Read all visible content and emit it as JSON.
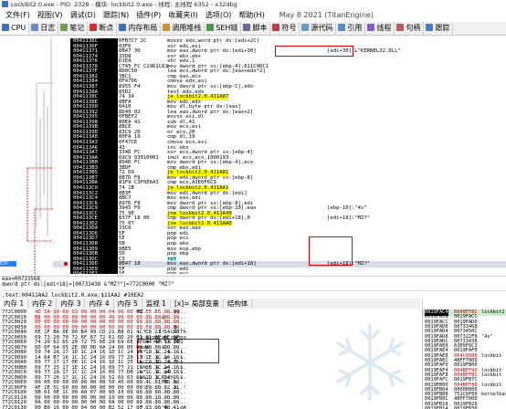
{
  "title": "LockBit2.0.exe - PID: 2328 - 模块: lockbit2.0.exe - 线程: 主线程 6352 - x32dbg",
  "menu": [
    "文件(F)",
    "视图(V)",
    "调试(D)",
    "跟踪(N)",
    "插件(P)",
    "收藏夹(I)",
    "选项(O)",
    "帮助(H)"
  ],
  "menu_date": "May 8 2021 (TitanEngine)",
  "tabs": [
    "CPU",
    "日志",
    "笔记",
    "断点",
    "内存布局",
    "调用堆栈",
    "SEH链",
    "脚本",
    "符号",
    "源代码",
    "引用",
    "线程",
    "句柄",
    "跟踪"
  ],
  "tab_colors": [
    "#3a6fc4",
    "#6a8ac8",
    "#7a9a5a",
    "#d03030",
    "#3a6fc4",
    "#d08a30",
    "#4a9a4a",
    "#6a6a9a",
    "#c04040",
    "#6a9aca",
    "#5a8ac8",
    "#8a5ac8",
    "#c05a5a",
    "#4a7ac8"
  ],
  "disasm": [
    {
      "addr": "0041136C",
      "bytes": "0FB7C7 2C",
      "instr": "movzx edx,word ptr ds:[edi+2C]",
      "cmt": "",
      "hl": "",
      "bp": false
    },
    {
      "addr": "0041136F",
      "bytes": "03F6",
      "instr": "xor edi,esi",
      "cmt": "",
      "hl": "",
      "bp": false
    },
    {
      "addr": "00411371",
      "bytes": "8B47 30",
      "instr": "mov eax,dword ptr ds:[edi+30]",
      "cmt": "[edi+30]:L\"KERNEL32.DLL\"",
      "hl": "",
      "bp": false
    },
    {
      "addr": "00411374",
      "bytes": "33D8",
      "instr": "xor ebx,ebx",
      "cmt": "",
      "hl": "",
      "bp": false
    },
    {
      "addr": "00411376",
      "bytes": "D1EA",
      "instr": "shr edx,1",
      "cmt": "",
      "hl": "",
      "bp": false
    },
    {
      "addr": "00411378",
      "bytes": "C745 FC C19D1C61",
      "instr": "mov dword ptr ss:[ebp-4],611C9DC1",
      "cmt": "",
      "hl": "",
      "bp": false
    },
    {
      "addr": "0041137F",
      "bytes": "8D0C50",
      "instr": "lea ecx,dword ptr ds:[eax+edx*2]",
      "cmt": "",
      "hl": "",
      "bp": false
    },
    {
      "addr": "00411382",
      "bytes": "3BC1",
      "instr": "cmp eax,ecx",
      "cmt": "",
      "hl": "",
      "bp": false
    },
    {
      "addr": "00411384",
      "bytes": "0F47D6",
      "instr": "cmova edx,esi",
      "cmt": "",
      "hl": "",
      "bp": false
    },
    {
      "addr": "00411387",
      "bytes": "8955 F4",
      "instr": "mov dword ptr ss:[ebp-C],edx",
      "cmt": "",
      "hl": "",
      "bp": false
    },
    {
      "addr": "0041138A",
      "bytes": "85D2",
      "instr": "test edx,edx",
      "cmt": "",
      "hl": "",
      "bp": false
    },
    {
      "addr": "0041138C",
      "bytes": "74 34",
      "instr": "je lockbit2.0.411A87",
      "cmt": "",
      "hl": "y",
      "bp": false
    },
    {
      "addr": "0041138E",
      "bytes": "8BFA",
      "instr": "mov edi,edx",
      "cmt": "",
      "hl": "",
      "bp": false
    },
    {
      "addr": "00411390",
      "bytes": "8A10",
      "instr": "mov dl,byte ptr ds:[eax]",
      "cmt": "",
      "hl": "",
      "bp": false
    },
    {
      "addr": "00411392",
      "bytes": "8D40 02",
      "instr": "lea eax,dword ptr ds:[eax+2]",
      "cmt": "",
      "hl": "",
      "bp": false
    },
    {
      "addr": "00411395",
      "bytes": "0FBEF2",
      "instr": "movsx esi,dl",
      "cmt": "",
      "hl": "",
      "bp": false
    },
    {
      "addr": "00411398",
      "bytes": "80EA 41",
      "instr": "sub dl,41",
      "cmt": "",
      "hl": "",
      "bp": false
    },
    {
      "addr": "0041139B",
      "bytes": "8BCE",
      "instr": "mov ecx,esi",
      "cmt": "",
      "hl": "",
      "bp": false
    },
    {
      "addr": "0041139D",
      "bytes": "83C9 20",
      "instr": "or ecx,20",
      "cmt": "",
      "hl": "",
      "bp": false
    },
    {
      "addr": "004113A0",
      "bytes": "80FA 19",
      "instr": "cmp dl,19",
      "cmt": "",
      "hl": "",
      "bp": false
    },
    {
      "addr": "004113A3",
      "bytes": "0F47CE",
      "instr": "cmova ecx,esi",
      "cmt": "",
      "hl": "",
      "bp": false
    },
    {
      "addr": "004113A6",
      "bytes": "43",
      "instr": "inc ebx",
      "cmt": "",
      "hl": "",
      "bp": false
    },
    {
      "addr": "004113A7",
      "bytes": "334D FC",
      "instr": "xor ecx,dword ptr ss:[ebp-4]",
      "cmt": "",
      "hl": "",
      "bp": false
    },
    {
      "addr": "004113AA",
      "bytes": "69C9 93010001",
      "instr": "imul ecx,ecx,1000193",
      "cmt": "",
      "hl": "",
      "bp": false
    },
    {
      "addr": "004113B0",
      "bytes": "894D FC",
      "instr": "mov dword ptr ss:[ebp-4],ecx",
      "cmt": "",
      "hl": "",
      "bp": false
    },
    {
      "addr": "004113B3",
      "bytes": "3BDF",
      "instr": "cmp ebx,edi",
      "cmt": "",
      "hl": "",
      "bp": false
    },
    {
      "addr": "004113B5",
      "bytes": "72 D9",
      "instr": "jb lockbit2.0.411A81",
      "cmt": "",
      "hl": "y",
      "bp": false
    },
    {
      "addr": "004113B7",
      "bytes": "8B7D F8",
      "instr": "mov edi,dword ptr ss:[ebp-8]",
      "cmt": "",
      "hl": "",
      "bp": false
    },
    {
      "addr": "004113BA",
      "bytes": "81F9 C3F6E6A3",
      "instr": "cmp ecx,A3E6F6C3",
      "cmt": "",
      "hl": "",
      "bp": false
    },
    {
      "addr": "004113C0",
      "bytes": "74 1B",
      "instr": "je lockbit2.0.411AA1",
      "cmt": "",
      "hl": "y",
      "bp": false
    },
    {
      "addr": "004113C2",
      "bytes": "8B3F",
      "instr": "mov edi,dword ptr ds:[edi]",
      "cmt": "",
      "hl": "",
      "bp": false
    },
    {
      "addr": "004113C4",
      "bytes": "8BC7",
      "instr": "mov eax,edi",
      "cmt": "",
      "hl": "",
      "bp": false
    },
    {
      "addr": "004113C6",
      "bytes": "897D F8",
      "instr": "mov dword ptr ss:[ebp-8],edi",
      "cmt": "",
      "hl": "",
      "bp": false
    },
    {
      "addr": "004113C9",
      "bytes": "3945 F0",
      "instr": "cmp dword ptr ss:[ebp-10],eax",
      "cmt": "[ebp-10]:\"4s\"",
      "hl": "",
      "bp": false
    },
    {
      "addr": "004113CC",
      "bytes": "75 9E",
      "instr": "jne lockbit2.0.411A49",
      "cmt": "",
      "hl": "y",
      "bp": false
    },
    {
      "addr": "004113CE",
      "bytes": "837F 18 00",
      "instr": "cmp dword ptr ds:[edi+18],0",
      "cmt": "[edi+18]:\"MZ?\"",
      "hl": "",
      "bp": false
    },
    {
      "addr": "004113D2",
      "bytes": "75 07",
      "instr": "jne lockbit2.0.411AAD",
      "cmt": "",
      "hl": "y",
      "bp": false
    },
    {
      "addr": "004113D4",
      "bytes": "33C0",
      "instr": "xor eax,eax",
      "cmt": "",
      "hl": "",
      "bp": false
    },
    {
      "addr": "004113D6",
      "bytes": "5F",
      "instr": "pop edi",
      "cmt": "",
      "hl": "",
      "bp": false
    },
    {
      "addr": "004113D7",
      "bytes": "5E",
      "instr": "pop esi",
      "cmt": "",
      "hl": "",
      "bp": false
    },
    {
      "addr": "004113D8",
      "bytes": "5B",
      "instr": "pop ebx",
      "cmt": "",
      "hl": "",
      "bp": false
    },
    {
      "addr": "004113D9",
      "bytes": "8BE5",
      "instr": "mov esp,ebp",
      "cmt": "",
      "hl": "",
      "bp": false
    },
    {
      "addr": "004113DB",
      "bytes": "5D",
      "instr": "pop ebp",
      "cmt": "",
      "hl": "",
      "bp": false
    },
    {
      "addr": "004113DC",
      "bytes": "C3",
      "instr": "ret",
      "cmt": "",
      "hl": "c",
      "bp": false
    },
    {
      "addr": "004113DD",
      "bytes": "8B47 18",
      "instr": "mov eax,dword ptr ds:[edi+18]",
      "cmt": "[edi+18]:\"MZ?\"",
      "hl": "sel",
      "bp": true
    },
    {
      "addr": "004113E0",
      "bytes": "5F",
      "instr": "pop edi",
      "cmt": "",
      "hl": "",
      "bp": false
    },
    {
      "addr": "004113E1",
      "bytes": "5E",
      "instr": "pop esi",
      "cmt": "",
      "hl": "",
      "bp": false
    },
    {
      "addr": "004113E2",
      "bytes": "5B",
      "instr": "pop ebx",
      "cmt": "",
      "hl": "",
      "bp": false
    },
    {
      "addr": "004113E3",
      "bytes": "8BE5",
      "instr": "mov esp,ebp",
      "cmt": "",
      "hl": "",
      "bp": false
    },
    {
      "addr": "004113E5",
      "bytes": "5D",
      "instr": "pop ebp",
      "cmt": "",
      "hl": "",
      "bp": false
    },
    {
      "addr": "004113E6",
      "bytes": "C3",
      "instr": "ret",
      "cmt": "",
      "hl": "c",
      "bp": false
    },
    {
      "addr": "004113E7",
      "bytes": "CC",
      "instr": "int3",
      "cmt": "",
      "hl": "",
      "bp": false
    }
  ],
  "ip_label": "EIP",
  "status": {
    "line1": "eax=00733568",
    "line2": "dword ptr ds:[edi+18]=[00733438 &\"MZ?\"]=772C0000 \"MZ?\"",
    "line3": ".text:00411AA2 lockbit2.0.exe:$11AA2 #10EA2"
  },
  "dump_tabs": [
    "内存 1",
    "内存 2",
    "内存 3",
    "内存 4",
    "内存 5",
    "监视 1",
    "[x]= 局部变量",
    "结构体"
  ],
  "dump": [
    {
      "a": "772C0000",
      "h": "4D 5A 90 00 03 00 00 00 04 00 00 00 FF FF 00 00",
      "t": "MZ..........ÿÿ.."
    },
    {
      "a": "772C0010",
      "h": "B8 00 00 00 00 00 00 00 40 00 00 00 00 00 00 00",
      "t": "¸.......@......."
    },
    {
      "a": "772C0020",
      "h": "00 00 00 00 00 00 00 00 00 00 00 00 00 00 00 00",
      "t": "................"
    },
    {
      "a": "772C0030",
      "h": "00 00 00 00 00 00 00 00 00 00 00 00 F0 00 00 00",
      "t": "............ð..."
    },
    {
      "a": "772C0040",
      "h": "0E 1F BA 0E 00 B4 09 CD 21 B8 01 4C CD 21 54 68",
      "t": "..º..´.Í!¸.LÍ!Th"
    },
    {
      "a": "772C0050",
      "h": "69 73 20 70 72 6F 67 72 61 6D 20 63 61 6E 6E 6F",
      "t": "is program canno"
    },
    {
      "a": "772C0060",
      "h": "74 20 62 65 20 72 75 6E 20 69 6E 20 44 4F 53 20",
      "t": "t be run in DOS "
    },
    {
      "a": "772C0070",
      "h": "6D 6F 64 65 2E 0D 0D 0A 24 00 00 00 00 00 00 00",
      "t": "mode....$......."
    },
    {
      "a": "772C0080",
      "h": "59 74 2A 17 1D 1C 24 16 1D 1C 24 16 1D 1C 24 16",
      "t": "Yt*...$...$...$."
    },
    {
      "a": "772C0090",
      "h": "14 64 B7 16 1C 1C 24 16 09 77 20 17 1E 1C 24 16",
      "t": ".d·...$..w ...$."
    },
    {
      "a": "772C00A0",
      "h": "09 77 27 17 0E 1C 24 16 1D 1C 25 16 C9 1D 24 16",
      "t": ".w'...$...%.É.$."
    },
    {
      "a": "772C00B0",
      "h": "09 77 25 17 1E 1C 24 16 09 77 21 17 0B 1C 24 16",
      "t": ".w%...$..w!...$."
    },
    {
      "a": "772C00C0",
      "h": "09 77 2A 17 1C 1C 24 16 09 77 DB 16 1C 1C 24 16",
      "t": ".w*...$..wÛ...$."
    },
    {
      "a": "772C00D0",
      "h": "09 77 26 17 1C 1C 24 16 52 69 63 68 1D 1C 24 16",
      "t": ".w&...$.Rich..$."
    },
    {
      "a": "772C00E0",
      "h": "00 00 00 00 00 00 00 00 50 45 00 00 4C 01 06 00",
      "t": "........PE..L..."
    },
    {
      "a": "772C00F0",
      "h": "AF 2E 5C 60 00 00 00 00 00 00 00 00 E0 00 02 21",
      "t": "¯.\\`........à..!"
    },
    {
      "a": "772C0100",
      "h": "0B 01 0E 1C 00 A0 07 00 00 10 09 00 00 00 00 00",
      "t": "..... .........."
    },
    {
      "a": "772C0110",
      "h": "00 00 00 00 00 00 00 00 10 00 00 00 00 10 00 00",
      "t": "................"
    },
    {
      "a": "772C0120",
      "h": "0A 00 00 00 00 00 00 00 0A 00 00 00 00 00 00 00",
      "t": "................"
    },
    {
      "a": "772C0130",
      "h": "00 B0 16 00 00 04 00 00 B2 52 17 00 03 00 40 41",
      "t": ".°......²R....@A"
    }
  ],
  "stack": [
    {
      "a": "0019FAC4",
      "v": "004BFF8C",
      "c": "lockbit2"
    },
    {
      "a": "0019FAC8",
      "v": "0019FACC",
      "c": ""
    },
    {
      "a": "0019FACC",
      "v": "0019FAD0",
      "c": ""
    },
    {
      "a": "0019FAD0",
      "v": "00733468",
      "c": ""
    },
    {
      "a": "0019FAD4",
      "v": "0073450C",
      "c": ""
    },
    {
      "a": "0019FAD8",
      "v": "007322F8",
      "c": "\"4s\""
    },
    {
      "a": "0019FADC",
      "v": "00733438",
      "c": ""
    },
    {
      "a": "0019FAE0",
      "v": "A3E6F6C3",
      "c": ""
    },
    {
      "a": "0019FAE4",
      "v": "0019FAF0",
      "c": ""
    },
    {
      "a": "0019FAE8",
      "v": "004C0088",
      "c": "lockbit"
    },
    {
      "a": "0019FAEC",
      "v": "4BFF7000",
      "c": ""
    },
    {
      "a": "0019FAF0",
      "v": "0019FB00",
      "c": ""
    },
    {
      "a": "0019FAF4",
      "v": "004BFF90",
      "c": "lockbit"
    },
    {
      "a": "0019FAF8",
      "v": "004BFF8C",
      "c": "lockbit"
    },
    {
      "a": "0019FAFC",
      "v": "0019FB7C",
      "c": ""
    },
    {
      "a": "0019FB00",
      "v": "004BFF80",
      "c": "lockbit"
    },
    {
      "a": "0019FB04",
      "v": "00000000",
      "c": ""
    },
    {
      "a": "0019FB08",
      "v": "751C6F00",
      "c": "kernelbase"
    },
    {
      "a": "0019FB0C",
      "v": "4BFF7000",
      "c": ""
    },
    {
      "a": "0019FB10",
      "v": "0019FB20",
      "c": ""
    },
    {
      "a": "0019FB14",
      "v": "0019FB30",
      "c": ""
    }
  ]
}
